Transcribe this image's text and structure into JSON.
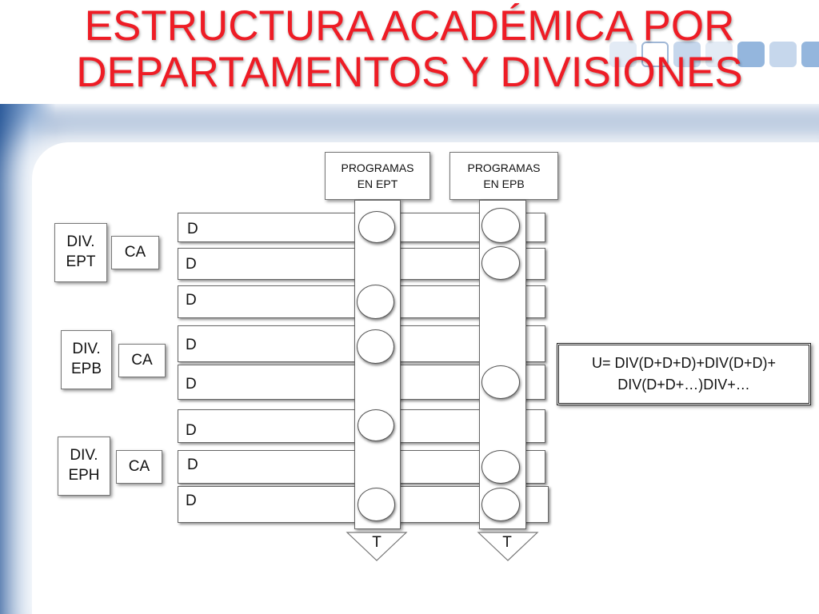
{
  "title": {
    "line1": "ESTRUCTURA ACADÉMICA POR",
    "line2": "DEPARTAMENTOS Y DIVISIONES"
  },
  "programs": [
    {
      "line1": "PROGRAMAS",
      "line2": "EN EPT",
      "bottom_label": "T"
    },
    {
      "line1": "PROGRAMAS",
      "line2": "EN EPB",
      "bottom_label": "T"
    }
  ],
  "divisions": [
    {
      "line1": "DIV.",
      "line2": "EPT",
      "council": "CA"
    },
    {
      "line1": "DIV.",
      "line2": "EPB",
      "council": "CA"
    },
    {
      "line1": "DIV.",
      "line2": "EPH",
      "council": "CA"
    }
  ],
  "departments": [
    "D",
    "D",
    "D",
    "D",
    "D",
    "D",
    "D",
    "D"
  ],
  "formula": {
    "line1": "U= DIV(D+D+D)+DIV(D+D)+",
    "line2": "DIV(D+D+…)DIV+…"
  },
  "colors": {
    "title": "#ee1c25",
    "band": "#1f4c8c",
    "deco_light": "#c6d7ec",
    "deco_mid": "#94b6dd"
  },
  "icons": [
    "program-marker-oval-icon",
    "total-down-arrow-icon"
  ]
}
